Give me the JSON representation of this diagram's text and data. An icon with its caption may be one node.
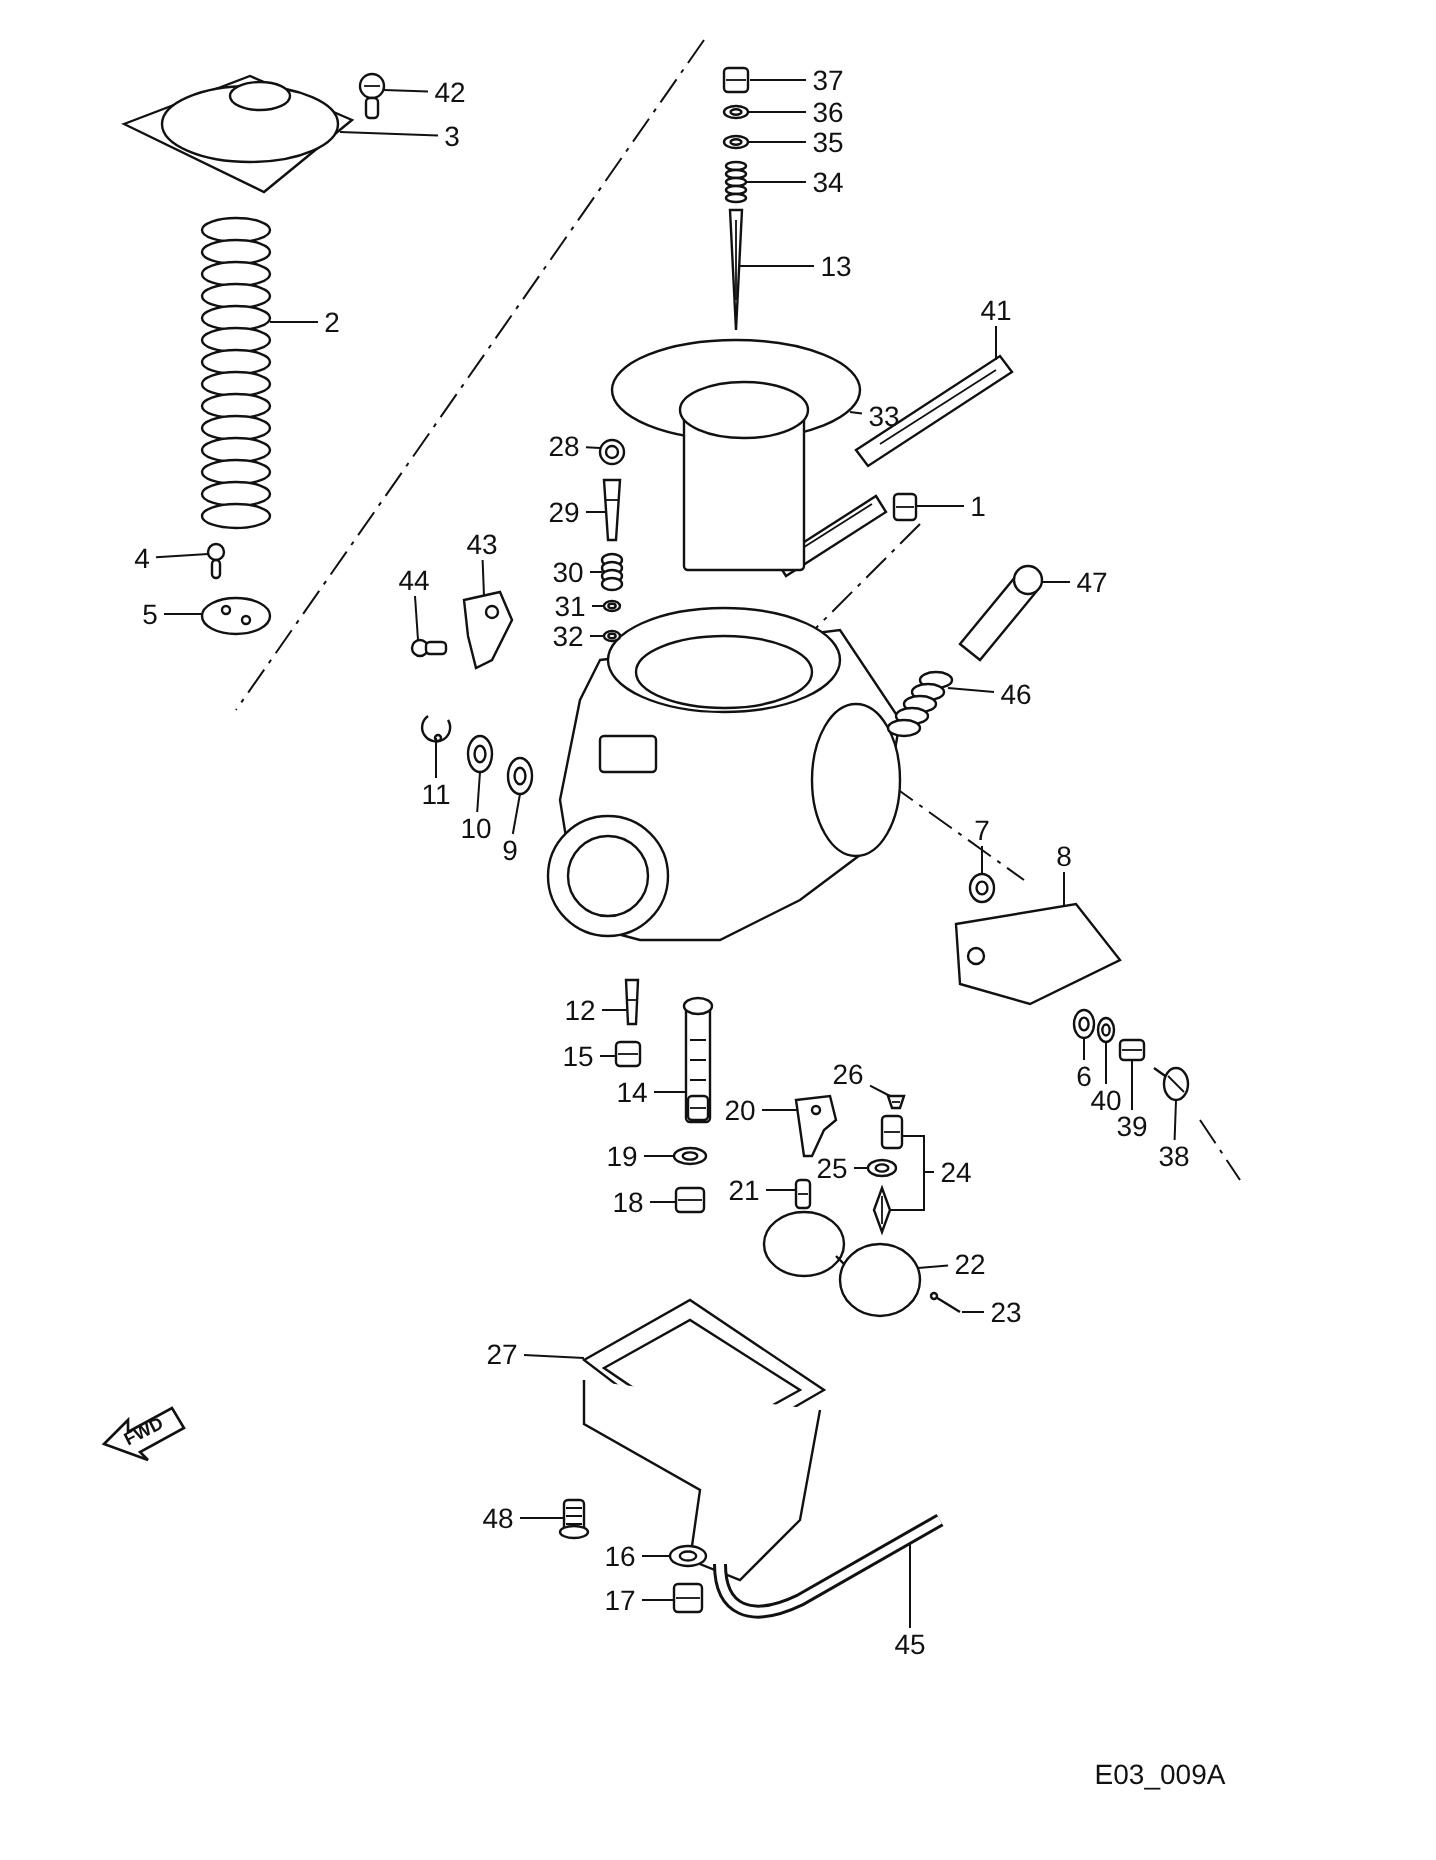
{
  "diagram": {
    "nodes": [
      {
        "text": [
          "42"
        ]
      },
      {
        "text": [
          "37"
        ]
      },
      {
        "text": [
          "3"
        ]
      },
      {
        "text": [
          "36"
        ]
      },
      {
        "text": [
          "35"
        ]
      },
      {
        "text": [
          "34"
        ]
      },
      {
        "text": [
          "13"
        ]
      },
      {
        "text": [
          "2"
        ]
      },
      {
        "text": [
          "41"
        ]
      },
      {
        "text": [
          "33"
        ]
      },
      {
        "text": [
          "28"
        ]
      },
      {
        "text": [
          "1"
        ]
      },
      {
        "text": [
          "29"
        ]
      },
      {
        "text": [
          "43"
        ]
      },
      {
        "text": [
          "4"
        ]
      },
      {
        "text": [
          "30"
        ]
      },
      {
        "text": [
          "44"
        ]
      },
      {
        "text": [
          "47"
        ]
      },
      {
        "text": [
          "31"
        ]
      },
      {
        "text": [
          "5"
        ]
      },
      {
        "text": [
          "32"
        ]
      },
      {
        "text": [
          "46"
        ]
      },
      {
        "text": [
          "11"
        ]
      },
      {
        "text": [
          "10"
        ]
      },
      {
        "text": [
          "9"
        ]
      },
      {
        "text": [
          "7"
        ]
      },
      {
        "text": [
          "8"
        ]
      },
      {
        "text": [
          "12"
        ]
      },
      {
        "text": [
          "15"
        ]
      },
      {
        "text": [
          "6"
        ]
      },
      {
        "text": [
          "26"
        ]
      },
      {
        "text": [
          "14"
        ]
      },
      {
        "text": [
          "40"
        ]
      },
      {
        "text": [
          "20"
        ]
      },
      {
        "text": [
          "39"
        ]
      },
      {
        "text": [
          "19"
        ]
      },
      {
        "text": [
          "38"
        ]
      },
      {
        "text": [
          "25"
        ]
      },
      {
        "text": [
          "24"
        ]
      },
      {
        "text": [
          "21"
        ]
      },
      {
        "text": [
          "18"
        ]
      },
      {
        "text": [
          "22"
        ]
      },
      {
        "text": [
          "23"
        ]
      },
      {
        "text": [
          "27"
        ]
      },
      {
        "text": [
          "48"
        ]
      },
      {
        "text": [
          "16"
        ]
      },
      {
        "text": [
          "17"
        ]
      },
      {
        "text": [
          "45"
        ]
      },
      {
        "text": [],
        "shape": "picture"
      },
      {
        "text": [],
        "shape": "picture"
      },
      {
        "text": [],
        "shape": "picture"
      },
      {
        "text": [],
        "shape": "picture"
      },
      {
        "text": [],
        "shape": "picture"
      },
      {
        "text": [],
        "shape": "picture"
      },
      {
        "text": [],
        "shape": "picture"
      },
      {
        "text": [],
        "shape": "picture"
      },
      {
        "text": [],
        "shape": "picture"
      },
      {
        "text": [],
        "shape": "picture"
      },
      {
        "text": [],
        "shape": "picture"
      },
      {
        "text": [],
        "shape": "picture"
      },
      {
        "text": [],
        "shape": "picture"
      },
      {
        "text": [],
        "shape": "picture"
      },
      {
        "text": [],
        "shape": "picture"
      },
      {
        "text": [],
        "shape": "picture"
      },
      {
        "text": [],
        "shape": "picture"
      },
      {
        "text": [],
        "shape": "picture"
      },
      {
        "text": [],
        "shape": "picture"
      },
      {
        "text": [],
        "shape": "picture"
      },
      {
        "text": [],
        "shape": "picture"
      },
      {
        "text": [],
        "shape": "picture"
      },
      {
        "text": [],
        "shape": "picture"
      },
      {
        "text": [],
        "shape": "picture"
      },
      {
        "text": [],
        "shape": "picture"
      },
      {
        "text": [],
        "shape": "picture"
      },
      {
        "text": [],
        "shape": "picture"
      },
      {
        "text": [],
        "shape": "picture"
      },
      {
        "text": [],
        "shape": "picture"
      },
      {
        "text": [],
        "shape": "picture"
      },
      {
        "text": [],
        "shape": "picture"
      },
      {
        "text": [],
        "shape": "picture"
      },
      {
        "text": [],
        "shape": "picture"
      },
      {
        "text": [],
        "shape": "picture"
      },
      {
        "text": [],
        "shape": "picture"
      },
      {
        "text": [],
        "shape": "picture"
      },
      {
        "text": [],
        "shape": "picture"
      },
      {
        "text": [],
        "shape": "picture"
      },
      {
        "text": [],
        "shape": "picture"
      },
      {
        "text": [],
        "shape": "picture"
      },
      {
        "text": [],
        "shape": "picture"
      },
      {
        "text": [],
        "shape": "picture"
      },
      {
        "text": [],
        "shape": "picture"
      },
      {
        "text": [],
        "shape": "picture"
      },
      {
        "text": [],
        "shape": "picture"
      },
      {
        "text": [],
        "shape": "picture"
      },
      {
        "text": [],
        "shape": "picture"
      },
      {
        "text": [],
        "shape": "picture"
      },
      {
        "text": [],
        "shape": "picture"
      }
    ],
    "edges": [
      {
        "from": 0,
        "to": 48,
        "arrow": "none"
      },
      {
        "from": 1,
        "to": 49,
        "arrow": "none"
      },
      {
        "from": 2,
        "to": 50,
        "arrow": "none"
      },
      {
        "from": 3,
        "to": 51,
        "arrow": "none"
      },
      {
        "from": 4,
        "to": 52,
        "arrow": "none"
      },
      {
        "from": 5,
        "to": 53,
        "arrow": "none"
      },
      {
        "from": 6,
        "to": 54,
        "arrow": "none"
      },
      {
        "from": 7,
        "to": 55,
        "arrow": "none"
      },
      {
        "from": 8,
        "to": 56,
        "arrow": "none"
      },
      {
        "from": 9,
        "to": 57,
        "arrow": "none"
      },
      {
        "from": 10,
        "to": 58,
        "arrow": "none"
      },
      {
        "from": 11,
        "to": 59,
        "arrow": "none"
      },
      {
        "from": 12,
        "to": 60,
        "arrow": "none"
      },
      {
        "from": 13,
        "to": 61,
        "arrow": "none"
      },
      {
        "from": 14,
        "to": 62,
        "arrow": "none"
      },
      {
        "from": 15,
        "to": 63,
        "arrow": "none"
      },
      {
        "from": 16,
        "to": 64,
        "arrow": "none"
      },
      {
        "from": 17,
        "to": 65,
        "arrow": "none"
      },
      {
        "from": 18,
        "to": 66,
        "arrow": "none"
      },
      {
        "from": 19,
        "to": 67,
        "arrow": "none"
      },
      {
        "from": 20,
        "to": 68,
        "arrow": "none"
      },
      {
        "from": 21,
        "to": 69,
        "arrow": "none"
      },
      {
        "from": 22,
        "to": 70,
        "arrow": "none"
      },
      {
        "from": 23,
        "to": 71,
        "arrow": "none"
      },
      {
        "from": 24,
        "to": 72,
        "arrow": "none"
      },
      {
        "from": 25,
        "to": 73,
        "arrow": "none"
      },
      {
        "from": 26,
        "to": 74,
        "arrow": "none"
      },
      {
        "from": 27,
        "to": 75,
        "arrow": "none"
      },
      {
        "from": 28,
        "to": 76,
        "arrow": "none"
      },
      {
        "from": 29,
        "to": 77,
        "arrow": "none"
      },
      {
        "from": 30,
        "to": 78,
        "arrow": "none"
      },
      {
        "from": 31,
        "to": 79,
        "arrow": "none"
      },
      {
        "from": 32,
        "to": 80,
        "arrow": "none"
      },
      {
        "from": 33,
        "to": 81,
        "arrow": "none"
      },
      {
        "from": 34,
        "to": 82,
        "arrow": "none"
      },
      {
        "from": 35,
        "to": 83,
        "arrow": "none"
      },
      {
        "from": 36,
        "to": 84,
        "arrow": "none"
      },
      {
        "from": 37,
        "to": 85,
        "arrow": "none"
      },
      {
        "from": 38,
        "to": 86,
        "arrow": "none"
      },
      {
        "from": 38,
        "to": 87,
        "arrow": "none"
      },
      {
        "from": 39,
        "to": 88,
        "arrow": "none"
      },
      {
        "from": 40,
        "to": 89,
        "arrow": "none"
      },
      {
        "from": 41,
        "to": 90,
        "arrow": "none"
      },
      {
        "from": 42,
        "to": 91,
        "arrow": "none"
      },
      {
        "from": 43,
        "to": 92,
        "arrow": "none"
      },
      {
        "from": 44,
        "to": 93,
        "arrow": "none"
      },
      {
        "from": 45,
        "to": 94,
        "arrow": "none"
      },
      {
        "from": 46,
        "to": 95,
        "arrow": "none"
      },
      {
        "from": 47,
        "to": 96,
        "arrow": "none"
      }
    ],
    "labels": [
      "FWD",
      "E03_009A"
    ]
  }
}
